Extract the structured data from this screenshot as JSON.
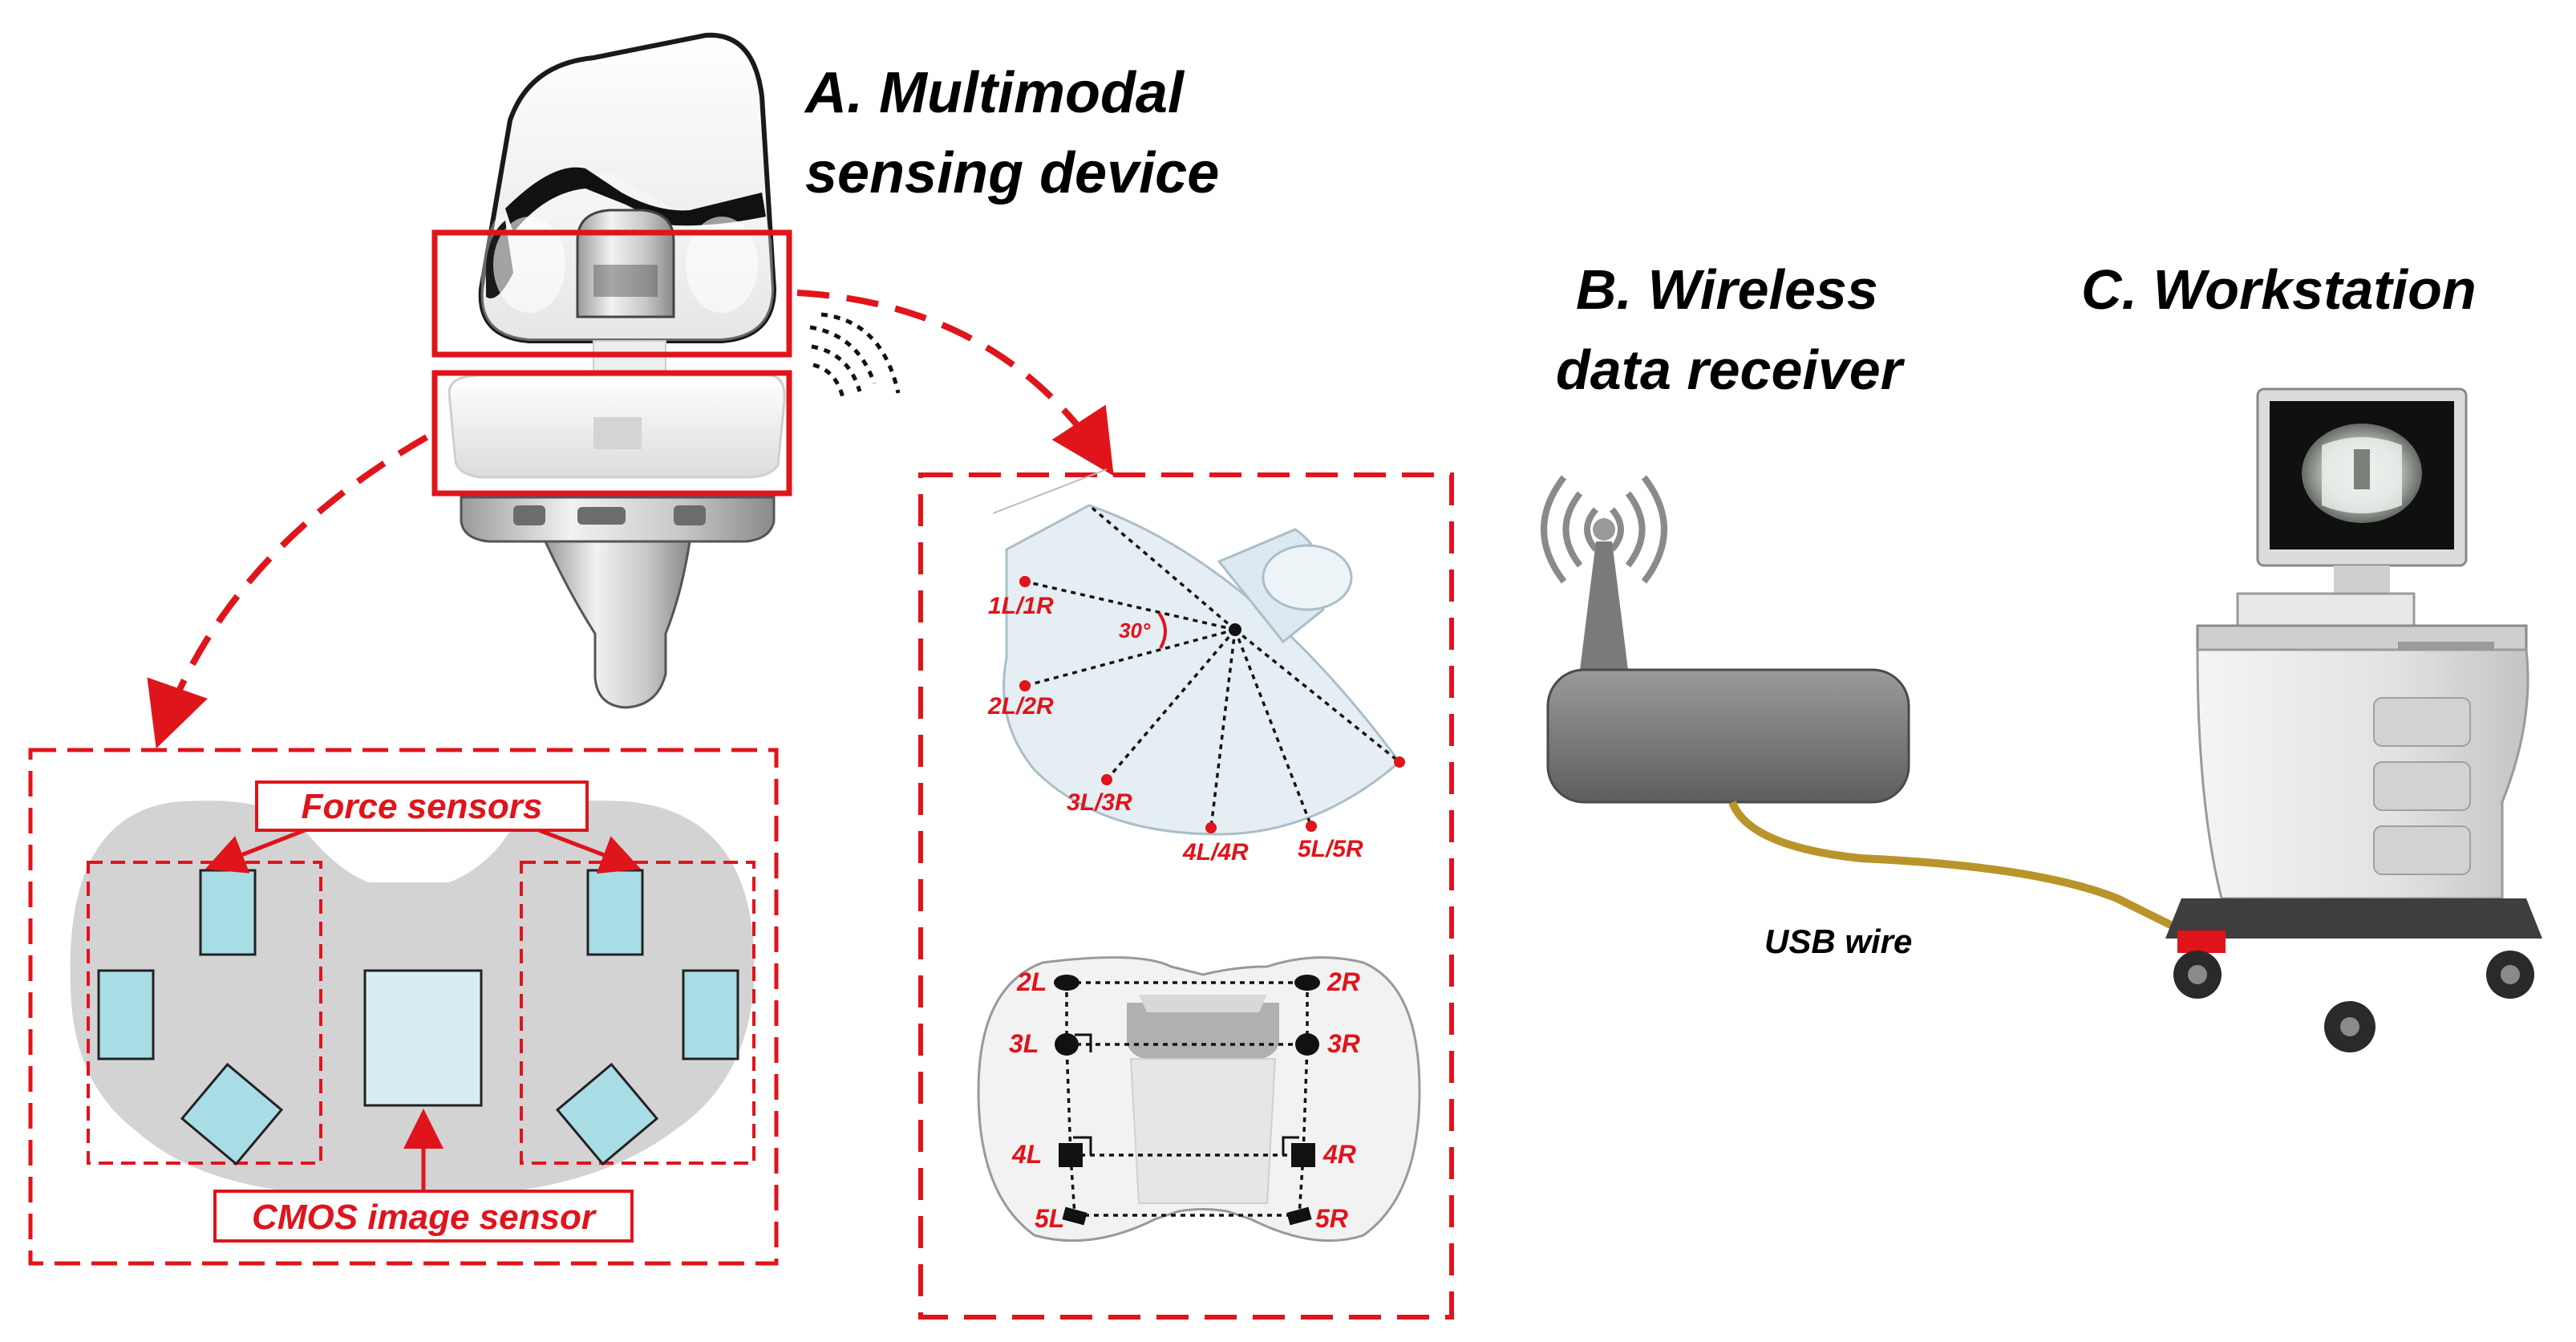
{
  "titles": {
    "device_line1": "A. Multimodal",
    "device_line2": "sensing device",
    "receiver_line1": "B. Wireless",
    "receiver_line2": "data receiver",
    "workstation": "C. Workstation"
  },
  "insert_panel": {
    "force_label": "Force sensors",
    "cmos_label": "CMOS image sensor"
  },
  "femoral_panel": {
    "angle_label": "30°",
    "arc_points": [
      "1L/1R",
      "2L/2R",
      "3L/3R",
      "4L/4R",
      "5L/5R"
    ],
    "left_points": [
      "2L",
      "3L",
      "4L",
      "5L"
    ],
    "right_points": [
      "2R",
      "3R",
      "4R",
      "5R"
    ]
  },
  "cable": {
    "label": "USB wire"
  },
  "colors": {
    "accent_red": "#e0141b",
    "sensor_fill": "#a8dde6",
    "insert_gray": "#d3d3d3",
    "receiver_gray": "#808080",
    "cable_gold": "#b8952a"
  },
  "icons": [
    "wifi-signal-icon",
    "antenna-icon",
    "monitor-icon",
    "workstation-cart-icon",
    "knee-implant-icon"
  ]
}
